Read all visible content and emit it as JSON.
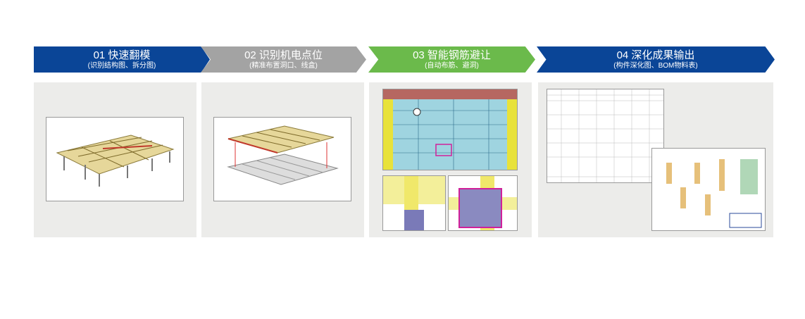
{
  "colors": {
    "blue": "#0a4597",
    "gray": "#a3a3a3",
    "green": "#6bba4b",
    "panel": "#ececea"
  },
  "steps": [
    {
      "title": "01  快速翻模",
      "subtitle": "(识别结构图、拆分图)"
    },
    {
      "title": "02  识别机电点位",
      "subtitle": "(精准布置洞口、线盒)"
    },
    {
      "title": "03  智能钢筋避让",
      "subtitle": "(自动布筋、避洞)"
    },
    {
      "title": "04  深化成果输出",
      "subtitle": "(构件深化图、BOM物料表)"
    }
  ]
}
